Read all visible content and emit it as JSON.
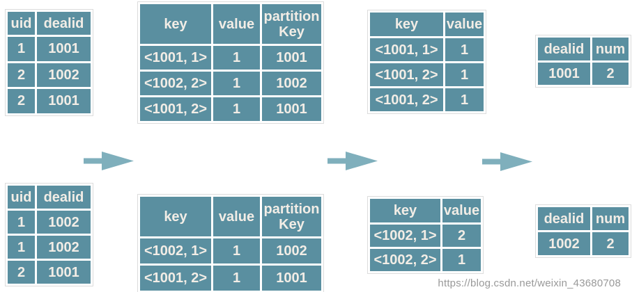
{
  "colors": {
    "cell_fill": "#5a8fa0",
    "cell_border": "#ffffff",
    "cell_text": "#f2ede6",
    "arrow_fill": "#7fafbc",
    "watermark_text": "#999999",
    "page_background": "#ffffff"
  },
  "tables": {
    "input_top": {
      "headers": [
        "uid",
        "dealid"
      ],
      "rows": [
        [
          "1",
          "1001"
        ],
        [
          "2",
          "1002"
        ],
        [
          "2",
          "1001"
        ]
      ]
    },
    "map_top": {
      "headers": [
        "key",
        "value",
        "partition Key"
      ],
      "rows": [
        [
          "<1001, 1>",
          "1",
          "1001"
        ],
        [
          "<1002, 2>",
          "1",
          "1002"
        ],
        [
          "<1001, 2>",
          "1",
          "1001"
        ]
      ]
    },
    "shuffle_top": {
      "headers": [
        "key",
        "value"
      ],
      "rows": [
        [
          "<1001, 1>",
          "1"
        ],
        [
          "<1001, 2>",
          "1"
        ],
        [
          "<1001, 2>",
          "1"
        ]
      ]
    },
    "result_top": {
      "headers": [
        "dealid",
        "num"
      ],
      "rows": [
        [
          "1001",
          "2"
        ]
      ]
    },
    "input_bottom": {
      "headers": [
        "uid",
        "dealid"
      ],
      "rows": [
        [
          "1",
          "1002"
        ],
        [
          "1",
          "1002"
        ],
        [
          "2",
          "1001"
        ]
      ]
    },
    "map_bottom": {
      "headers": [
        "key",
        "value",
        "partition Key"
      ],
      "rows": [
        [
          "<1002, 1>",
          "1",
          "1002"
        ],
        [
          "<1001, 2>",
          "1",
          "1001"
        ]
      ]
    },
    "shuffle_bottom": {
      "headers": [
        "key",
        "value"
      ],
      "rows": [
        [
          "<1002, 1>",
          "2"
        ],
        [
          "<1002, 2>",
          "1"
        ]
      ]
    },
    "result_bottom": {
      "headers": [
        "dealid",
        "num"
      ],
      "rows": [
        [
          "1002",
          "2"
        ]
      ]
    }
  },
  "watermark": {
    "text": "https://blog.csdn.net/weixin_43680708"
  }
}
